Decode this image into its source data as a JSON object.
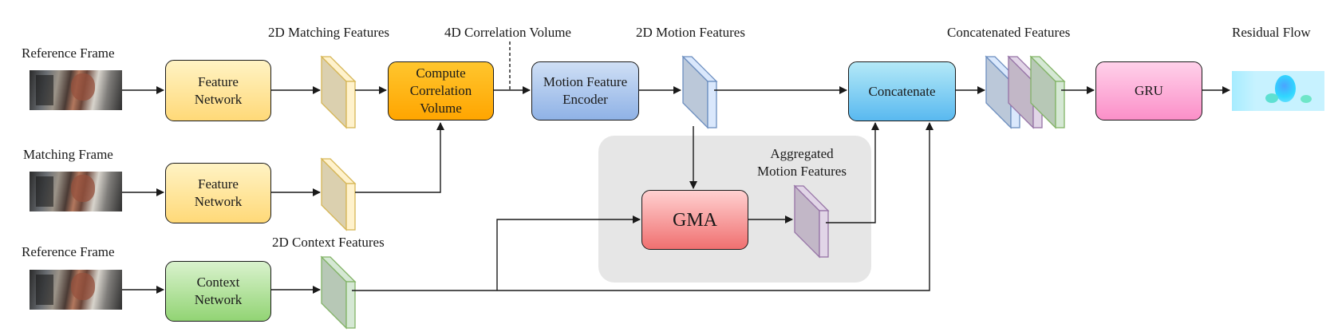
{
  "inputs": {
    "reference_frame_top": "Reference Frame",
    "matching_frame": "Matching Frame",
    "reference_frame_bottom": "Reference Frame",
    "residual_flow": "Residual Flow"
  },
  "boxes": {
    "feature_network_1": [
      "Feature",
      "Network"
    ],
    "feature_network_2": [
      "Feature",
      "Network"
    ],
    "context_network": [
      "Context",
      "Network"
    ],
    "compute_correlation": [
      "Compute",
      "Correlation",
      "Volume"
    ],
    "motion_encoder": [
      "Motion Feature",
      "Encoder"
    ],
    "concatenate": "Concatenate",
    "gru": "GRU",
    "gma": "GMA"
  },
  "feature_labels": {
    "matching": "2D Matching Features",
    "correlation": "4D Correlation Volume",
    "motion": "2D Motion Features",
    "concatenated": "Concatenated Features",
    "aggregated": [
      "Aggregated",
      "Motion Features"
    ],
    "context": "2D Context Features"
  },
  "colors": {
    "yellow_fill": "#fff2cc",
    "yellow_stroke": "#d6b656",
    "blue_fill": "#dae8fc",
    "blue_stroke": "#6c8ebf",
    "purple_fill": "#e1d5e7",
    "purple_stroke": "#9673a6",
    "green_fill": "#d5e8d4",
    "green_stroke": "#82b366"
  }
}
